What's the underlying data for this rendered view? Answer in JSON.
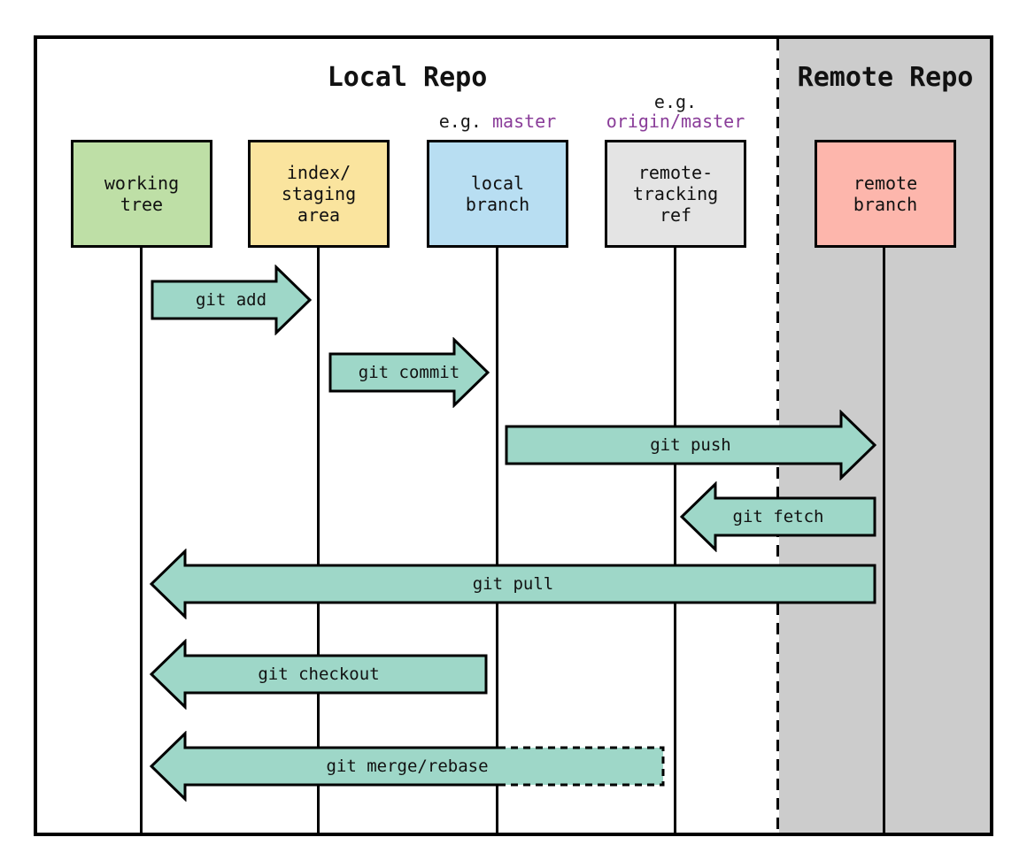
{
  "local_repo": {
    "title": "Local Repo"
  },
  "remote_repo": {
    "title": "Remote Repo"
  },
  "nodes": [
    {
      "id": "working-tree",
      "lines": [
        "working",
        "tree"
      ],
      "color": "#bedfa6"
    },
    {
      "id": "index-staging-area",
      "lines": [
        "index/",
        "staging",
        "area"
      ],
      "color": "#fae49e"
    },
    {
      "id": "local-branch",
      "lines": [
        "local",
        "branch"
      ],
      "color": "#b8def2",
      "example": {
        "prefix": "e.g.",
        "value": "master"
      }
    },
    {
      "id": "remote-tracking-ref",
      "lines": [
        "remote-",
        "tracking",
        "ref"
      ],
      "color": "#e4e4e4",
      "example": {
        "prefix": "e.g.",
        "value": "origin/master"
      }
    },
    {
      "id": "remote-branch",
      "lines": [
        "remote",
        "branch"
      ],
      "color": "#fdb6ac"
    }
  ],
  "arrows": [
    {
      "label": "git add",
      "from": "working-tree",
      "to": "index-staging-area",
      "direction": "right",
      "style": "solid"
    },
    {
      "label": "git commit",
      "from": "index-staging-area",
      "to": "local-branch",
      "direction": "right",
      "style": "solid"
    },
    {
      "label": "git push",
      "from": "local-branch",
      "to": "remote-branch",
      "direction": "right",
      "style": "solid"
    },
    {
      "label": "git fetch",
      "from": "remote-branch",
      "to": "remote-tracking-ref",
      "direction": "left",
      "style": "solid"
    },
    {
      "label": "git pull",
      "from": "remote-branch",
      "to": "working-tree",
      "direction": "left",
      "style": "solid"
    },
    {
      "label": "git checkout",
      "from": "local-branch",
      "to": "working-tree",
      "direction": "left",
      "style": "solid"
    },
    {
      "label": "git merge/rebase",
      "from": "remote-tracking-ref",
      "to": "working-tree",
      "direction": "left",
      "style": "dashed-tail"
    }
  ],
  "colors": {
    "arrow_fill": "#9ed7c8",
    "remote_background": "#cccccc",
    "example_text": "#8a3d99",
    "border": "#000000"
  }
}
